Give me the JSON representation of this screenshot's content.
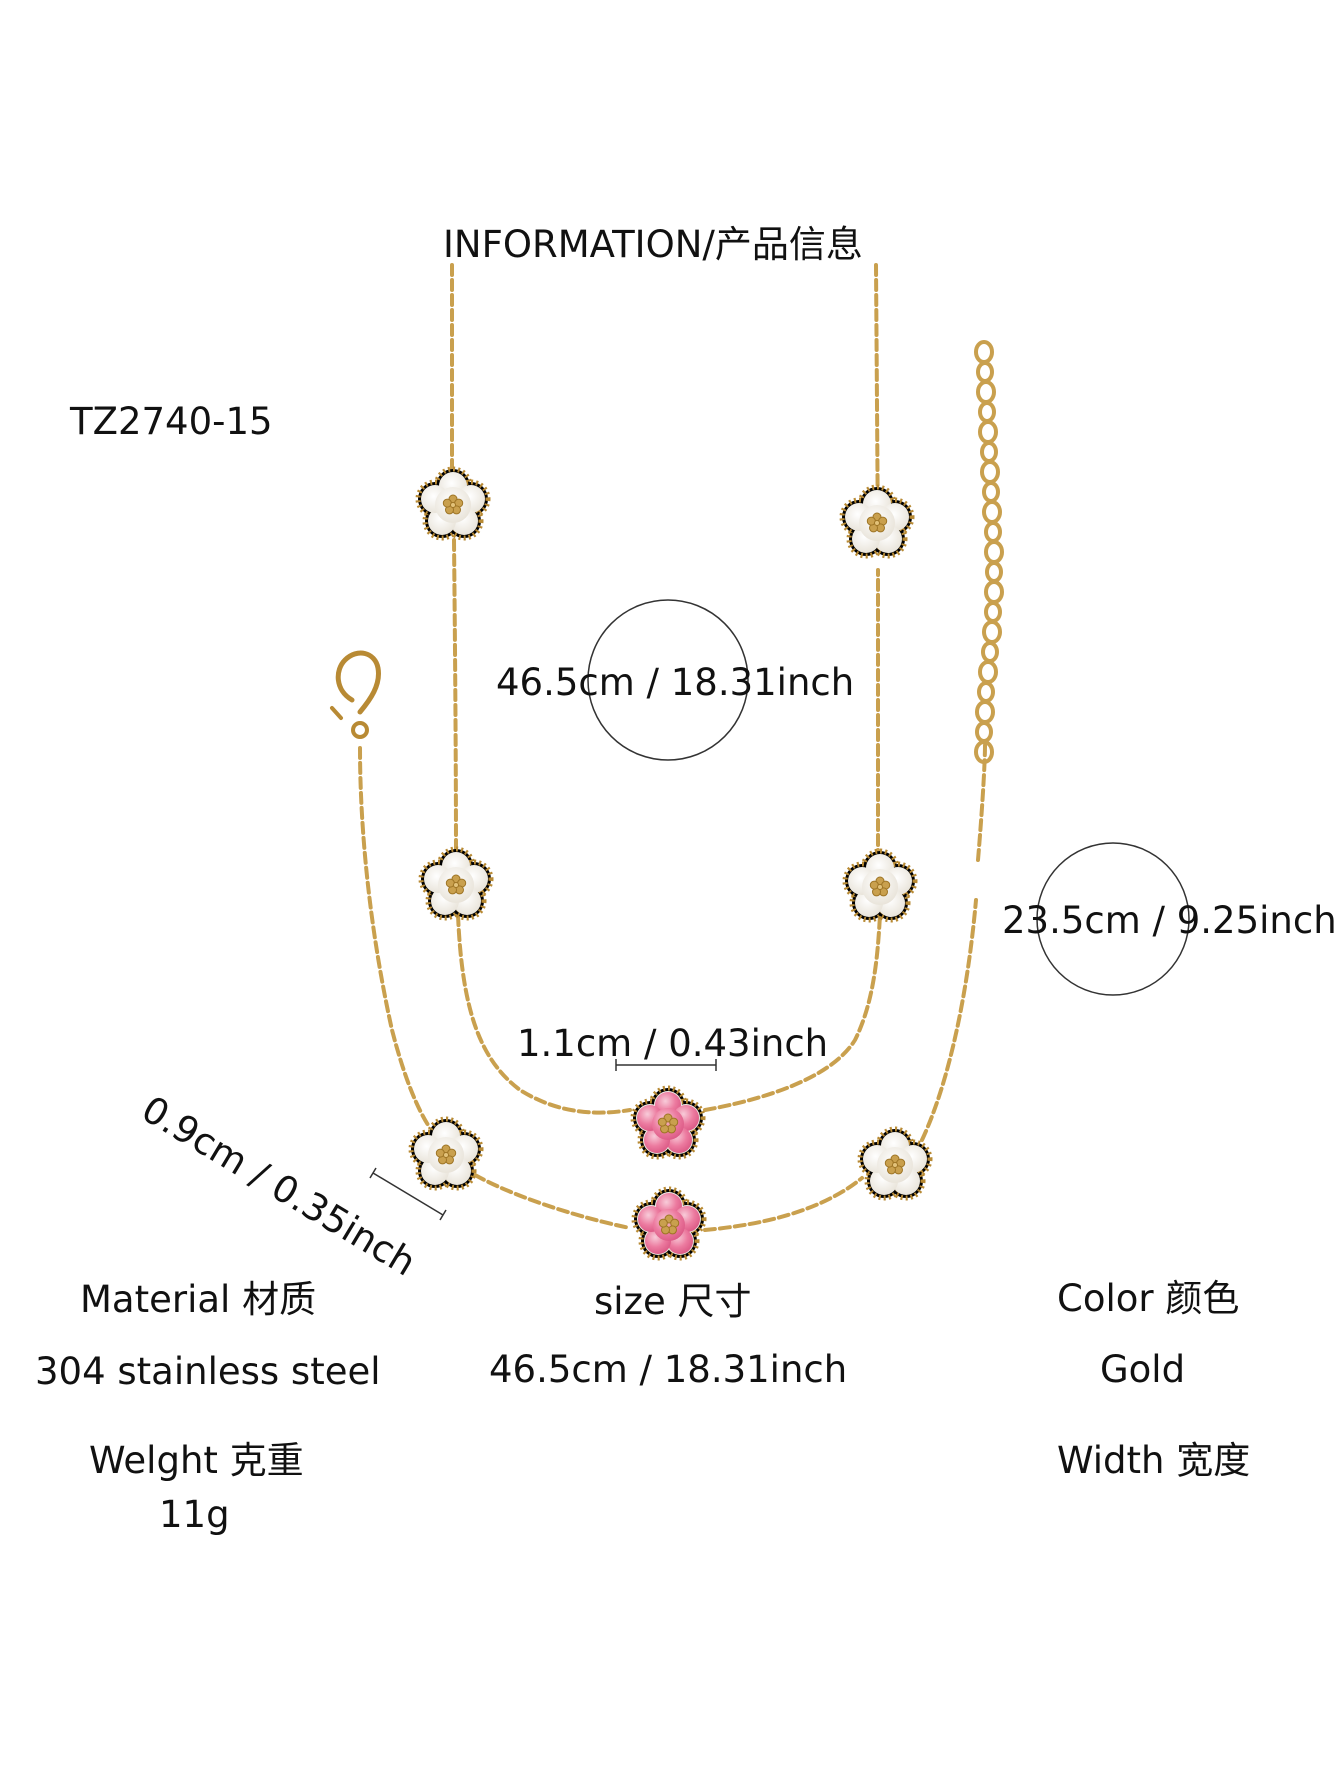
{
  "header": {
    "title": "INFORMATION/产品信息",
    "sku": "TZ2740-15"
  },
  "dimensions": {
    "necklace_length": "46.5cm / 18.31inch",
    "bracelet_length": "23.5cm / 9.25inch",
    "pendant_width": "1.1cm / 0.43inch",
    "bracelet_charm_width": "0.9cm / 0.35inch"
  },
  "specs": {
    "material_label": "Material 材质",
    "material_value": "304 stainless steel",
    "size_label": "size 尺寸",
    "size_value": "46.5cm / 18.31inch",
    "color_label": "Color 颜色",
    "color_value": "Gold",
    "weight_label": "Welght 克重",
    "weight_value": "11g",
    "width_label": "Width 宽度"
  },
  "colors": {
    "gold": "#c9a04e",
    "gold_dark": "#a47a2c",
    "pink": "#e8608e",
    "pearl": "#f7f4ee"
  }
}
